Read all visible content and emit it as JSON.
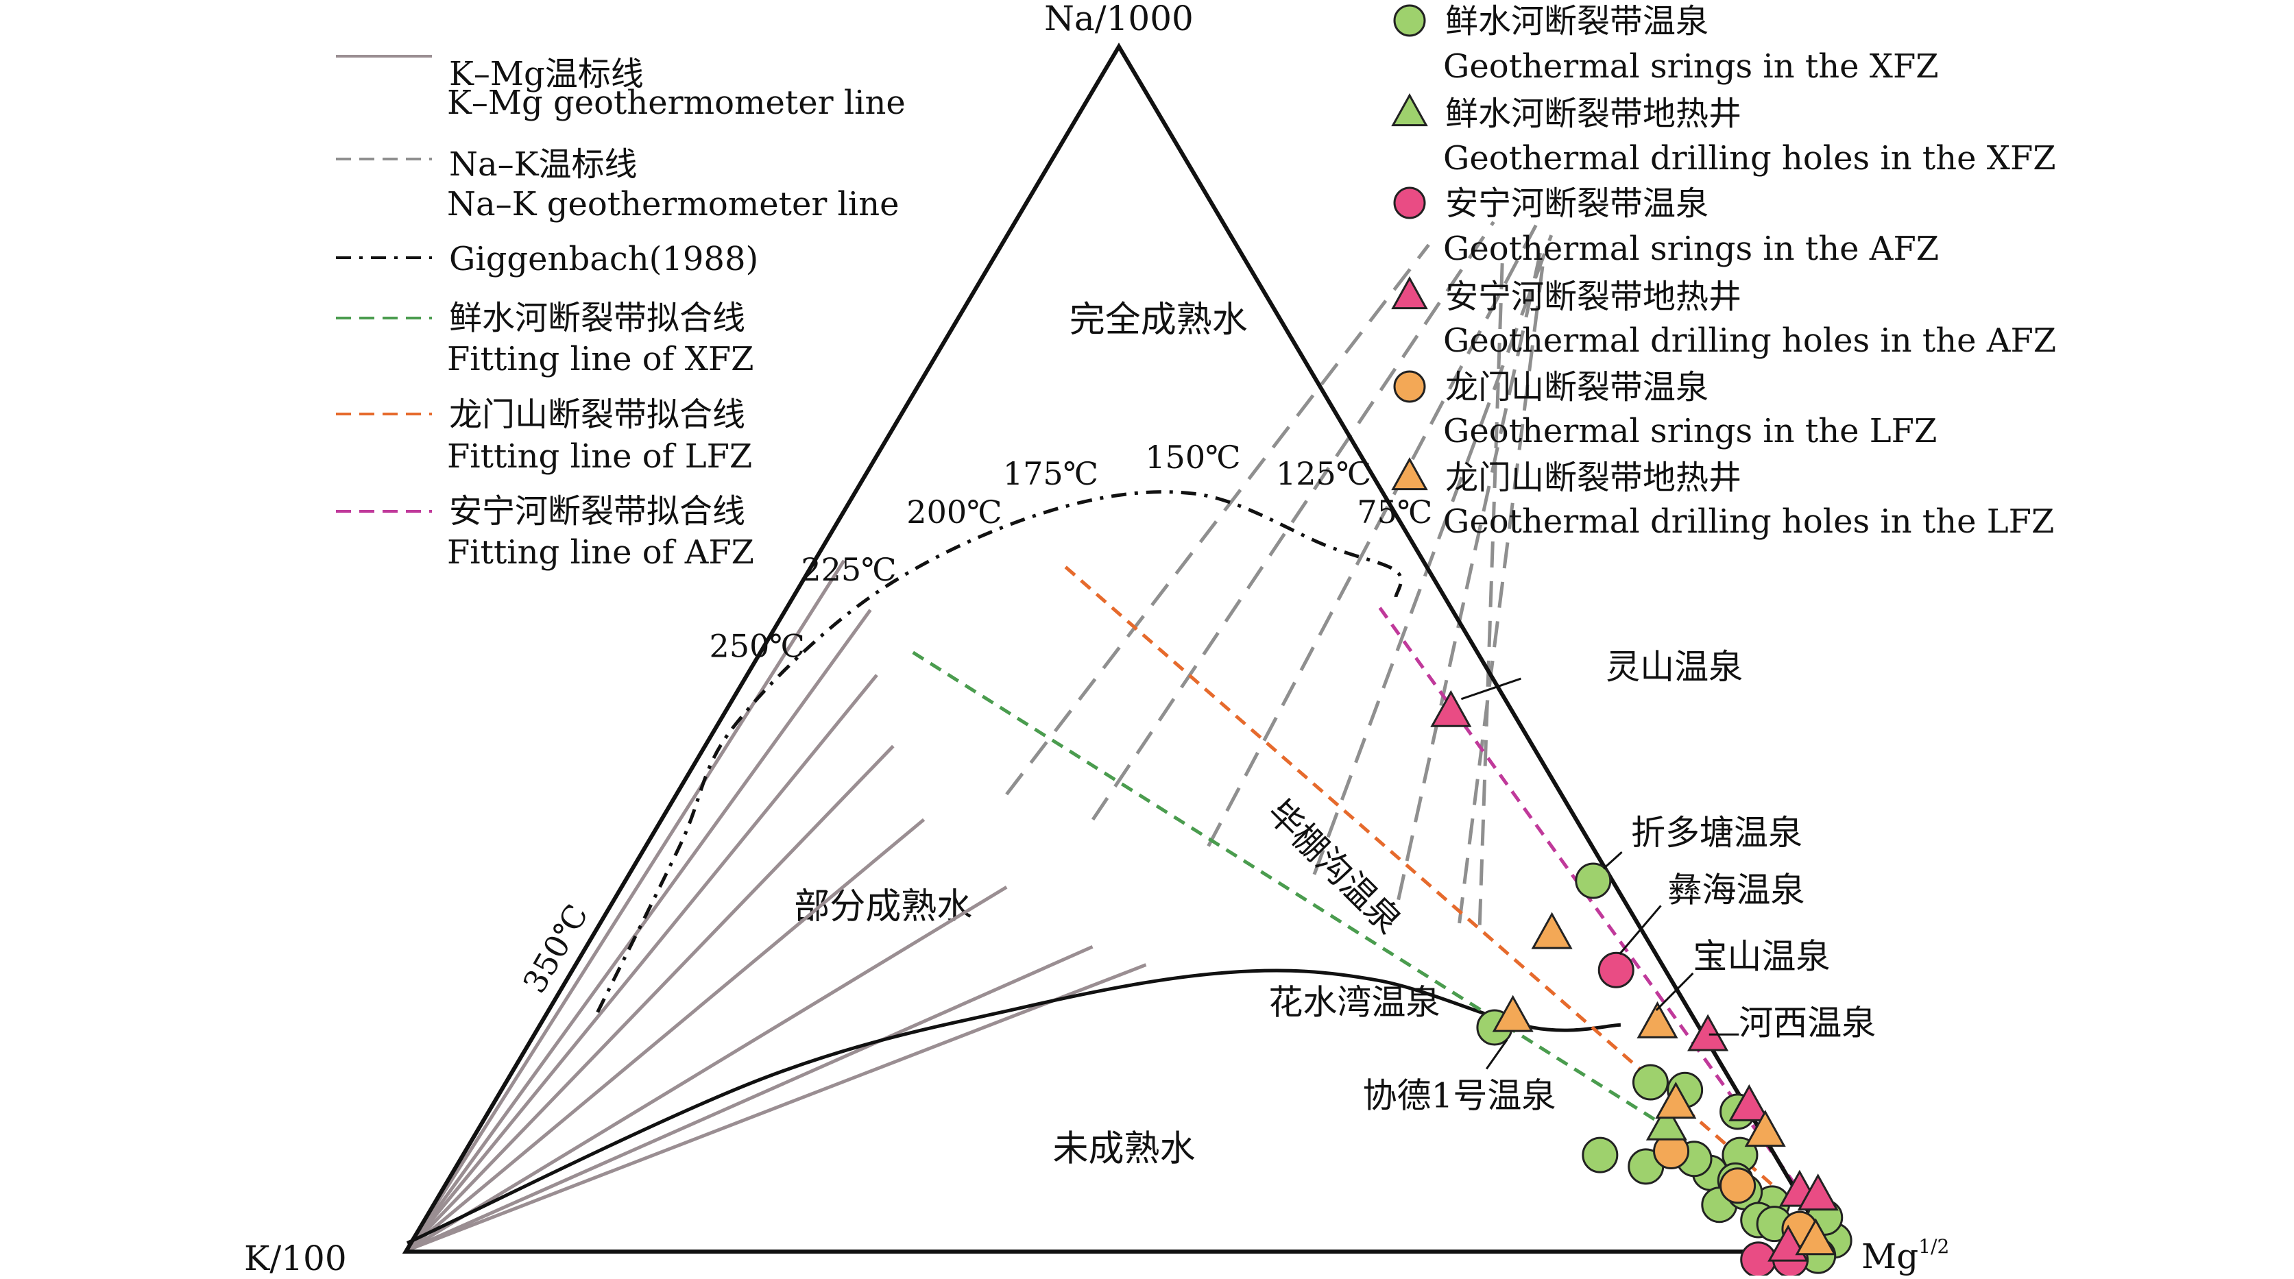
{
  "chart_data": {
    "type": "scatter",
    "subtype": "ternary",
    "vertices": {
      "top": "Na/1000",
      "left": "K/100",
      "right": "Mg",
      "right_superscript": "1/2"
    },
    "regions": [
      {
        "id": "full",
        "label": "完全成熟水",
        "u": [
          0.505,
          0.26
        ]
      },
      {
        "id": "partial",
        "label": "部分成熟水",
        "u": [
          0.385,
          0.72
        ]
      },
      {
        "id": "immature",
        "label": "未成熟水",
        "u": [
          0.49,
          0.91
        ]
      }
    ],
    "km_lines": {
      "style": "solid",
      "color": "#9a8e92",
      "temps": [
        "350",
        "250",
        "225",
        "200",
        "175",
        "150",
        "125",
        "75"
      ],
      "v": [
        [
          0.0205,
          0.5735
        ],
        [
          0.0595,
          0.5325
        ],
        [
          0.091,
          0.4785
        ],
        [
          0.132,
          0.4195
        ],
        [
          0.184,
          0.3585
        ],
        [
          0.27,
          0.3025
        ],
        [
          0.355,
          0.253
        ],
        [
          0.4,
          0.238
        ]
      ]
    },
    "nak_lines": {
      "style": "dashed",
      "color": "#8f8f8f",
      "start_v": [
        [
          0.2315,
          0.3795
        ],
        [
          0.3025,
          0.3585
        ],
        [
          0.3945,
          0.3365
        ],
        [
          0.4805,
          0.313
        ],
        [
          0.55,
          0.292
        ],
        [
          0.6025,
          0.2725
        ],
        [
          0.6175,
          0.271
        ]
      ],
      "end_v": [
        [
          0.2995,
          0.8355
        ],
        [
          0.3355,
          0.8545
        ],
        [
          0.3665,
          0.8535
        ],
        [
          0.3815,
          0.8435
        ],
        [
          0.378,
          0.8385
        ],
        [
          0.385,
          0.826
        ],
        [
          0.356,
          0.826
        ]
      ]
    },
    "giggenbach": {
      "style": "dashdot",
      "color": "#111111",
      "u": [
        [
          0.2605,
          0.7935
        ],
        [
          0.2965,
          0.6625
        ],
        [
          0.3195,
          0.5705
        ],
        [
          0.381,
          0.466
        ],
        [
          0.455,
          0.402
        ],
        [
          0.5205,
          0.387
        ],
        [
          0.5785,
          0.428
        ],
        [
          0.6085,
          0.4475
        ],
        [
          0.6085,
          0.468
        ]
      ],
      "temp_labels": [
        {
          "text": "175℃",
          "u": [
            0.458,
            0.38
          ]
        },
        {
          "text": "150℃",
          "u": [
            0.52,
            0.367
          ]
        },
        {
          "text": "125℃",
          "u": [
            0.577,
            0.38
          ]
        },
        {
          "text": "75℃",
          "u": [
            0.608,
            0.41
          ]
        },
        {
          "text": "200℃",
          "u": [
            0.416,
            0.41
          ]
        },
        {
          "text": "225℃",
          "u": [
            0.37,
            0.455
          ]
        },
        {
          "text": "250℃",
          "u": [
            0.33,
            0.515
          ]
        }
      ],
      "label_350": "350℃"
    },
    "full_equilibrium_curve": {
      "style": "solid",
      "color": "#111111",
      "u": [
        [
          0.1775,
          0.9745
        ],
        [
          0.3325,
          0.8455
        ],
        [
          0.4465,
          0.7895
        ],
        [
          0.5345,
          0.7625
        ],
        [
          0.6005,
          0.7685
        ],
        [
          0.668,
          0.8055
        ],
        [
          0.7065,
          0.8035
        ]
      ]
    },
    "fit_lines": [
      {
        "name": "鲜水河断裂带拟合线",
        "color": "#4a9c4e",
        "u": [
          [
            0.398,
            0.5115
          ],
          [
            0.7265,
            0.8835
          ]
        ]
      },
      {
        "name": "龙门山断裂带拟合线",
        "color": "#e66a2c",
        "u": [
          [
            0.4645,
            0.4445
          ],
          [
            0.7755,
            0.9335
          ]
        ]
      },
      {
        "name": "安宁河断裂带拟合线",
        "color": "#c0399a",
        "u": [
          [
            0.6015,
            0.4765
          ],
          [
            0.7985,
            0.9685
          ]
        ]
      }
    ],
    "series": [
      {
        "name": "鲜水河断裂带温泉",
        "marker": "circle",
        "color": "#9ed16d",
        "points": [
          [
            0.6945,
            0.6905
          ],
          [
            0.6515,
            0.8055
          ],
          [
            0.7195,
            0.8485
          ],
          [
            0.6975,
            0.9055
          ],
          [
            0.7175,
            0.9145
          ],
          [
            0.7455,
            0.9195
          ],
          [
            0.7385,
            0.9085
          ],
          [
            0.7585,
            0.9055
          ],
          [
            0.7565,
            0.9255
          ],
          [
            0.7495,
            0.9445
          ],
          [
            0.7725,
            0.9435
          ],
          [
            0.7605,
            0.9345
          ],
          [
            0.7665,
            0.9565
          ],
          [
            0.7735,
            0.9595
          ],
          [
            0.7895,
            0.9725
          ],
          [
            0.7995,
            0.9725
          ],
          [
            0.7925,
            0.9845
          ],
          [
            0.7955,
            0.9545
          ],
          [
            0.7345,
            0.8545
          ],
          [
            0.7575,
            0.8715
          ]
        ]
      },
      {
        "name": "鲜水河断裂带地热井",
        "marker": "triangle",
        "color": "#9ed16d",
        "points": [
          [
            0.7265,
            0.8825
          ]
        ]
      },
      {
        "name": "安宁河断裂带温泉",
        "marker": "circle",
        "color": "#e94c84",
        "points": [
          [
            0.7045,
            0.7605
          ],
          [
            0.7665,
            0.9875
          ],
          [
            0.7805,
            0.9875
          ]
        ]
      },
      {
        "name": "安宁河断裂带地热井",
        "marker": "triangle",
        "color": "#e94c84",
        "points": [
          [
            0.6325,
            0.5585
          ],
          [
            0.7445,
            0.8125
          ],
          [
            0.7625,
            0.8675
          ],
          [
            0.7845,
            0.9345
          ],
          [
            0.7925,
            0.9375
          ],
          [
            0.7795,
            0.9775
          ]
        ]
      },
      {
        "name": "龙门山断裂带温泉",
        "marker": "circle",
        "color": "#f3a856",
        "points": [
          [
            0.7285,
            0.9025
          ],
          [
            0.7575,
            0.9295
          ],
          [
            0.7845,
            0.9635
          ]
        ]
      },
      {
        "name": "龙门山断裂带地热井",
        "marker": "triangle",
        "color": "#f3a856",
        "points": [
          [
            0.6765,
            0.7325
          ],
          [
            0.6595,
            0.7975
          ],
          [
            0.7225,
            0.8025
          ],
          [
            0.7305,
            0.8655
          ],
          [
            0.7695,
            0.8875
          ],
          [
            0.7915,
            0.9725
          ]
        ]
      }
    ],
    "annotations": [
      {
        "text": "灵山温泉",
        "u": [
          0.7,
          0.532
        ],
        "anchor": "start",
        "leader": [
          [
            0.663,
            0.532
          ],
          [
            0.637,
            0.548
          ]
        ]
      },
      {
        "text": "折多塘温泉",
        "u": [
          0.711,
          0.662
        ],
        "anchor": "start",
        "leader": [
          [
            0.707,
            0.668
          ],
          [
            0.699,
            0.681
          ]
        ]
      },
      {
        "text": "彝海温泉",
        "u": [
          0.727,
          0.707
        ],
        "anchor": "start",
        "leader": [
          [
            0.724,
            0.71
          ],
          [
            0.706,
            0.748
          ]
        ]
      },
      {
        "text": "宝山温泉",
        "u": [
          0.738,
          0.759
        ],
        "anchor": "start",
        "leader": [
          [
            0.738,
            0.763
          ],
          [
            0.722,
            0.792
          ]
        ]
      },
      {
        "text": "河西温泉",
        "u": [
          0.758,
          0.811
        ],
        "anchor": "start",
        "leader": [
          [
            0.758,
            0.811
          ],
          [
            0.745,
            0.811
          ]
        ]
      },
      {
        "text": "花水湾温泉",
        "u": [
          0.553,
          0.795
        ],
        "anchor": "start"
      },
      {
        "text": "协德1号温泉",
        "u": [
          0.594,
          0.868
        ],
        "anchor": "start",
        "leader": [
          [
            0.648,
            0.838
          ],
          [
            0.657,
            0.815
          ]
        ]
      },
      {
        "text": "毕棚沟温泉",
        "u": [
          0.578,
          0.686
        ],
        "anchor": "middle",
        "rotate": 45
      }
    ]
  },
  "legend_lines": [
    {
      "style": "solid",
      "color": "#9a8e92",
      "label_cn": "K–Mg温标线",
      "label_en": "K–Mg geothermometer line"
    },
    {
      "style": "dashed",
      "color": "#8f8f8f",
      "label_cn": "Na–K温标线",
      "label_en": "Na–K geothermometer line"
    },
    {
      "style": "dashdot",
      "color": "#111111",
      "label_cn": "Giggenbach(1988)",
      "label_en": ""
    },
    {
      "style": "dashed",
      "color": "#4a9c4e",
      "label_cn": "鲜水河断裂带拟合线",
      "label_en": "Fitting line of  XFZ"
    },
    {
      "style": "dashed",
      "color": "#e66a2c",
      "label_cn": "龙门山断裂带拟合线",
      "label_en": "Fitting line of  LFZ"
    },
    {
      "style": "dashed",
      "color": "#c0399a",
      "label_cn": "安宁河断裂带拟合线",
      "label_en": "Fitting line of  AFZ"
    }
  ],
  "legend_markers": [
    {
      "marker": "circle",
      "color": "#9ed16d",
      "label_cn": "鲜水河断裂带温泉",
      "label_en": "Geothermal srings in the XFZ"
    },
    {
      "marker": "triangle",
      "color": "#9ed16d",
      "label_cn": "鲜水河断裂带地热井",
      "label_en": "Geothermal drilling holes in the XFZ"
    },
    {
      "marker": "circle",
      "color": "#e94c84",
      "label_cn": "安宁河断裂带温泉",
      "label_en": "Geothermal srings in the AFZ"
    },
    {
      "marker": "triangle",
      "color": "#e94c84",
      "label_cn": "安宁河断裂带地热井",
      "label_en": "Geothermal drilling holes in the AFZ"
    },
    {
      "marker": "circle",
      "color": "#f3a856",
      "label_cn": "龙门山断裂带温泉",
      "label_en": "Geothermal srings in the LFZ"
    },
    {
      "marker": "triangle",
      "color": "#f3a856",
      "label_cn": "龙门山断裂带地热井",
      "label_en": "Geothermal drilling holes in the LFZ"
    }
  ]
}
